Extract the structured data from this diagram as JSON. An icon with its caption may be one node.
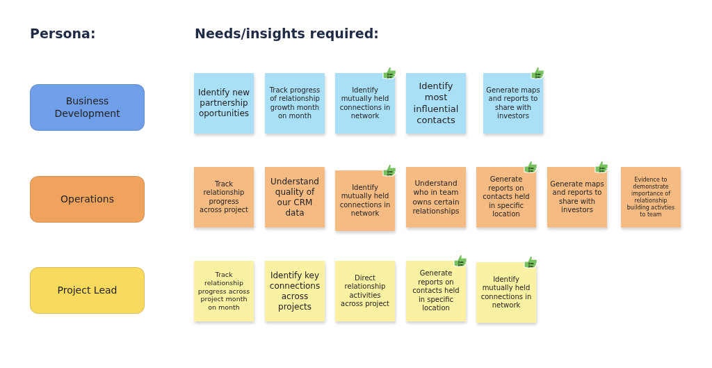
{
  "diagram": {
    "nodes": [
      {
        "text": [
          "Business Development"
        ]
      },
      {
        "text": [
          "Identify new partnership oportunities"
        ]
      },
      {
        "text": [
          "Track progress of relationship growth month on month"
        ]
      },
      {
        "text": [
          "Identify mutually held connections in network"
        ]
      },
      {
        "text": [
          "Identify most influential contacts"
        ]
      },
      {
        "text": [
          "Generate maps and reports to share with investors"
        ]
      },
      {
        "text": [
          "Operations"
        ]
      },
      {
        "text": [
          "Track relationship progress across project"
        ]
      },
      {
        "text": [
          "Understand quality of our CRM data"
        ]
      },
      {
        "text": [
          "Identify mutually held connections in network"
        ]
      },
      {
        "text": [
          "Understand who in team owns certain relationships"
        ]
      },
      {
        "text": [
          "Generate reports on contacts held in specific location"
        ]
      },
      {
        "text": [
          "Generate maps and reports to share with investors"
        ]
      },
      {
        "text": [
          "Evidence to demonstrate importance of relationship building activties to team"
        ]
      },
      {
        "text": [
          "Project Lead"
        ]
      },
      {
        "text": [
          "Track relationship progress across project month on month"
        ]
      },
      {
        "text": [
          "Identify key connections across projects"
        ]
      },
      {
        "text": [
          "Direct relationship activities across project"
        ]
      },
      {
        "text": [
          "Generate reports on contacts held in specific location"
        ]
      },
      {
        "text": [
          "Identify mutually held connections in network"
        ]
      }
    ],
    "edges": [],
    "labels": [
      "Persona:",
      "Needs/insights required:"
    ]
  }
}
